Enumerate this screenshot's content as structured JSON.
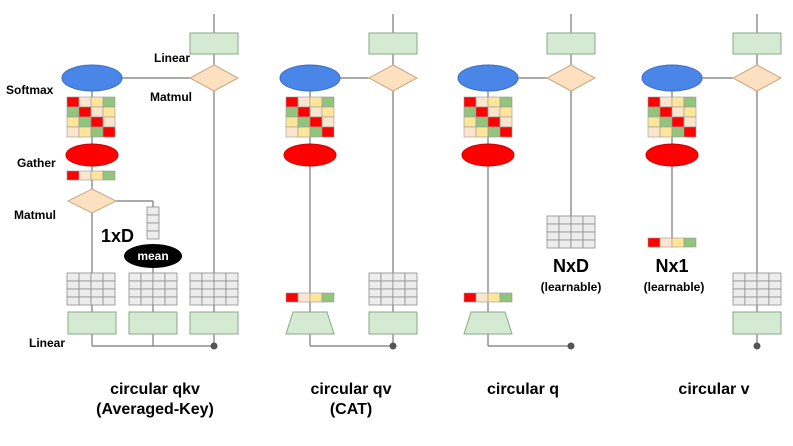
{
  "labels": {
    "softmax": "Softmax",
    "gather": "Gather",
    "matmul_left": "Matmul",
    "matmul_top": "Matmul",
    "linear_top": "Linear",
    "linear_bottom": "Linear",
    "one_by_d": "1xD",
    "mean": "mean",
    "nxd": "NxD",
    "nxd_sub": "(learnable)",
    "nx1": "Nx1",
    "nx1_sub": "(learnable)"
  },
  "captions": {
    "qkv_line1": "circular qkv",
    "qkv_line2": "(Averaged-Key)",
    "qv_line1": "circular qv",
    "qv_line2": "(CAT)",
    "q": "circular q",
    "v": "circular v"
  },
  "colors": {
    "red": "#ff0000",
    "green": "#93c47d",
    "yellow": "#ffe599",
    "peach": "#fce5cd",
    "blue": "#4a86e8",
    "box_green": "#d4ead2",
    "diamond": "#fde0c0"
  }
}
